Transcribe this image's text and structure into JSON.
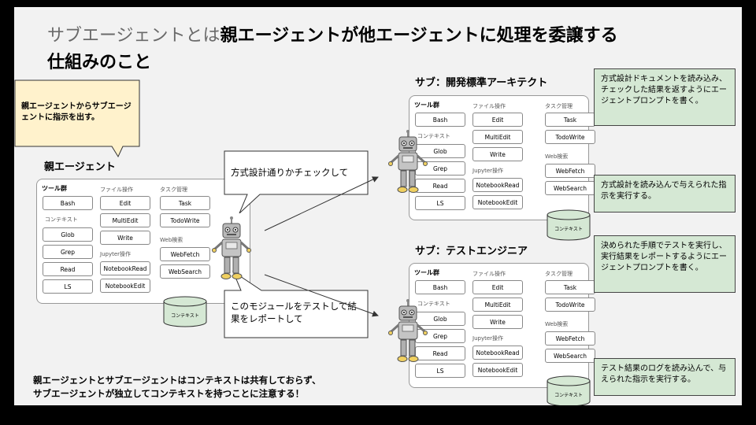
{
  "title": {
    "prefix": "サブエージェントとは",
    "bold": "親エージェントが他エージェントに処理を委譲する",
    "line2": "仕組みのこと"
  },
  "parent": {
    "heading": "親エージェント",
    "callout": "親エージェントからサブエージェントに指示を出す。"
  },
  "sub_dev": {
    "heading": "サブ：開発標準アーキテクト"
  },
  "sub_test": {
    "heading": "サブ：テストエンジニア"
  },
  "toolset": {
    "header": "ツール群",
    "file_ops": "ファイル操作",
    "task_mgmt": "タスク管理",
    "context_cat": "コンテキスト",
    "web_search": "Web検索",
    "jupyter_ops": "Jupyter操作",
    "tools": {
      "bash": "Bash",
      "glob": "Glob",
      "grep": "Grep",
      "read": "Read",
      "ls": "LS",
      "edit": "Edit",
      "multiedit": "MultiEdit",
      "write": "Write",
      "notebookread": "NotebookRead",
      "notebookedit": "NotebookEdit",
      "task": "Task",
      "todowrite": "TodoWrite",
      "webfetch": "WebFetch",
      "websearch": "WebSearch"
    },
    "context_db": "コンテキスト"
  },
  "messages": {
    "to_dev": "方式設計通りかチェックして",
    "to_test": "このモジュールをテストして結果をレポートして"
  },
  "notes": {
    "dev_prompt": "方式設計ドキュメントを読み込み、チェックした結果を返すようにエージェントプロンプトを書く。",
    "dev_context": "方式設計を読み込んで与えられた指示を実行する。",
    "test_prompt": "決められた手順でテストを実行し、実行結果をレポートするようにエージェントプロンプトを書く。",
    "test_context": "テスト結果のログを読み込んで、与えられた指示を実行する。"
  },
  "footer": {
    "line1": "親エージェントとサブエージェントはコンテキストは共有しておらず、",
    "line2": "サブエージェントが独立してコンテキストを持つことに注意する！"
  },
  "colors": {
    "note_green": "#d5e8d4",
    "callout_yellow": "#fff2cc",
    "robot_gray": "#b8b8b8",
    "robot_yellow": "#f0d060"
  },
  "icons": [
    "robot-icon",
    "database-icon",
    "arrow-icon"
  ]
}
